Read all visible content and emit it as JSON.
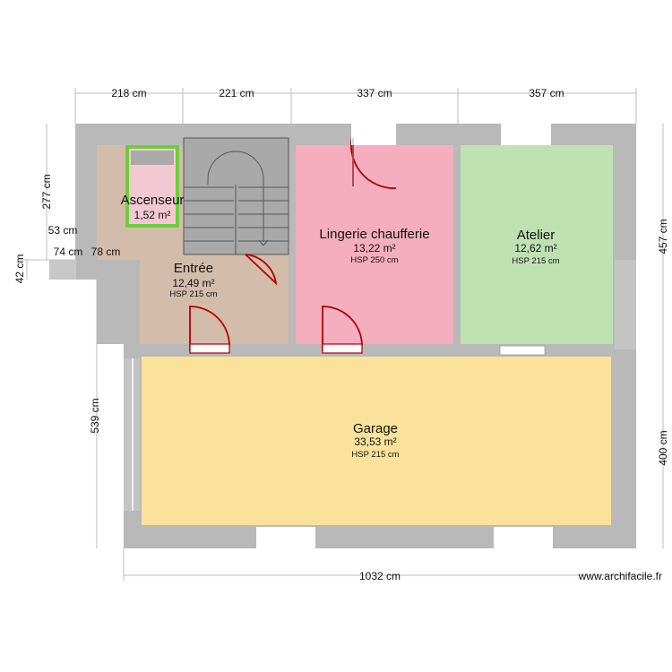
{
  "watermark": "www.archifacile.fr",
  "dimensions": {
    "top": [
      "218 cm",
      "221 cm",
      "337 cm",
      "357 cm"
    ],
    "bottom": "1032 cm",
    "left_277": "277 cm",
    "left_53": "53 cm",
    "left_42": "42 cm",
    "left_539": "539 cm",
    "left_74": "74 cm",
    "left_78": "78 cm",
    "right_457": "457 cm",
    "right_400": "400 cm"
  },
  "rooms": {
    "ascenseur": {
      "name": "Ascenseur",
      "area": "1,52 m²"
    },
    "entree": {
      "name": "Entrée",
      "area": "12,49 m²",
      "hsp": "HSP 215 cm"
    },
    "lingerie": {
      "name": "Lingerie chaufferie",
      "area": "13,22 m²",
      "hsp": "HSP 250 cm"
    },
    "atelier": {
      "name": "Atelier",
      "area": "12,62 m²",
      "hsp": "HSP 215 cm"
    },
    "garage": {
      "name": "Garage",
      "area": "33,53 m²",
      "hsp": "HSP 215 cm"
    }
  },
  "colors": {
    "wall": "#b9b9b9",
    "entree": "#d4bcaa",
    "ascenseur": "#f2c9d2",
    "ascenseur_border": "#6ccf3a",
    "lingerie": "#f4aebf",
    "atelier": "#bfe2b3",
    "garage": "#fbe29b",
    "stair": "#a9a9a9",
    "door": "#b30000"
  }
}
